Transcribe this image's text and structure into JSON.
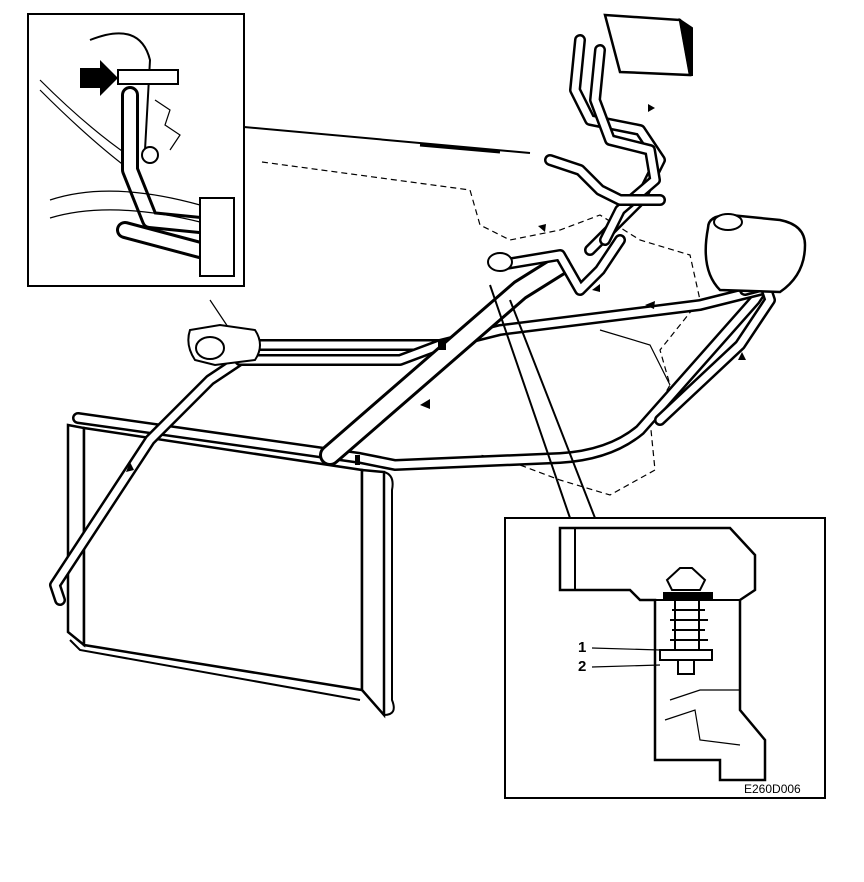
{
  "figure": {
    "code": "E260D006",
    "callouts": [
      {
        "label": "1"
      },
      {
        "label": "2"
      }
    ],
    "icons": [
      "arrow-right-icon",
      "flow-arrow-icon"
    ],
    "colors": {
      "ink": "#000000",
      "paper": "#ffffff"
    }
  }
}
